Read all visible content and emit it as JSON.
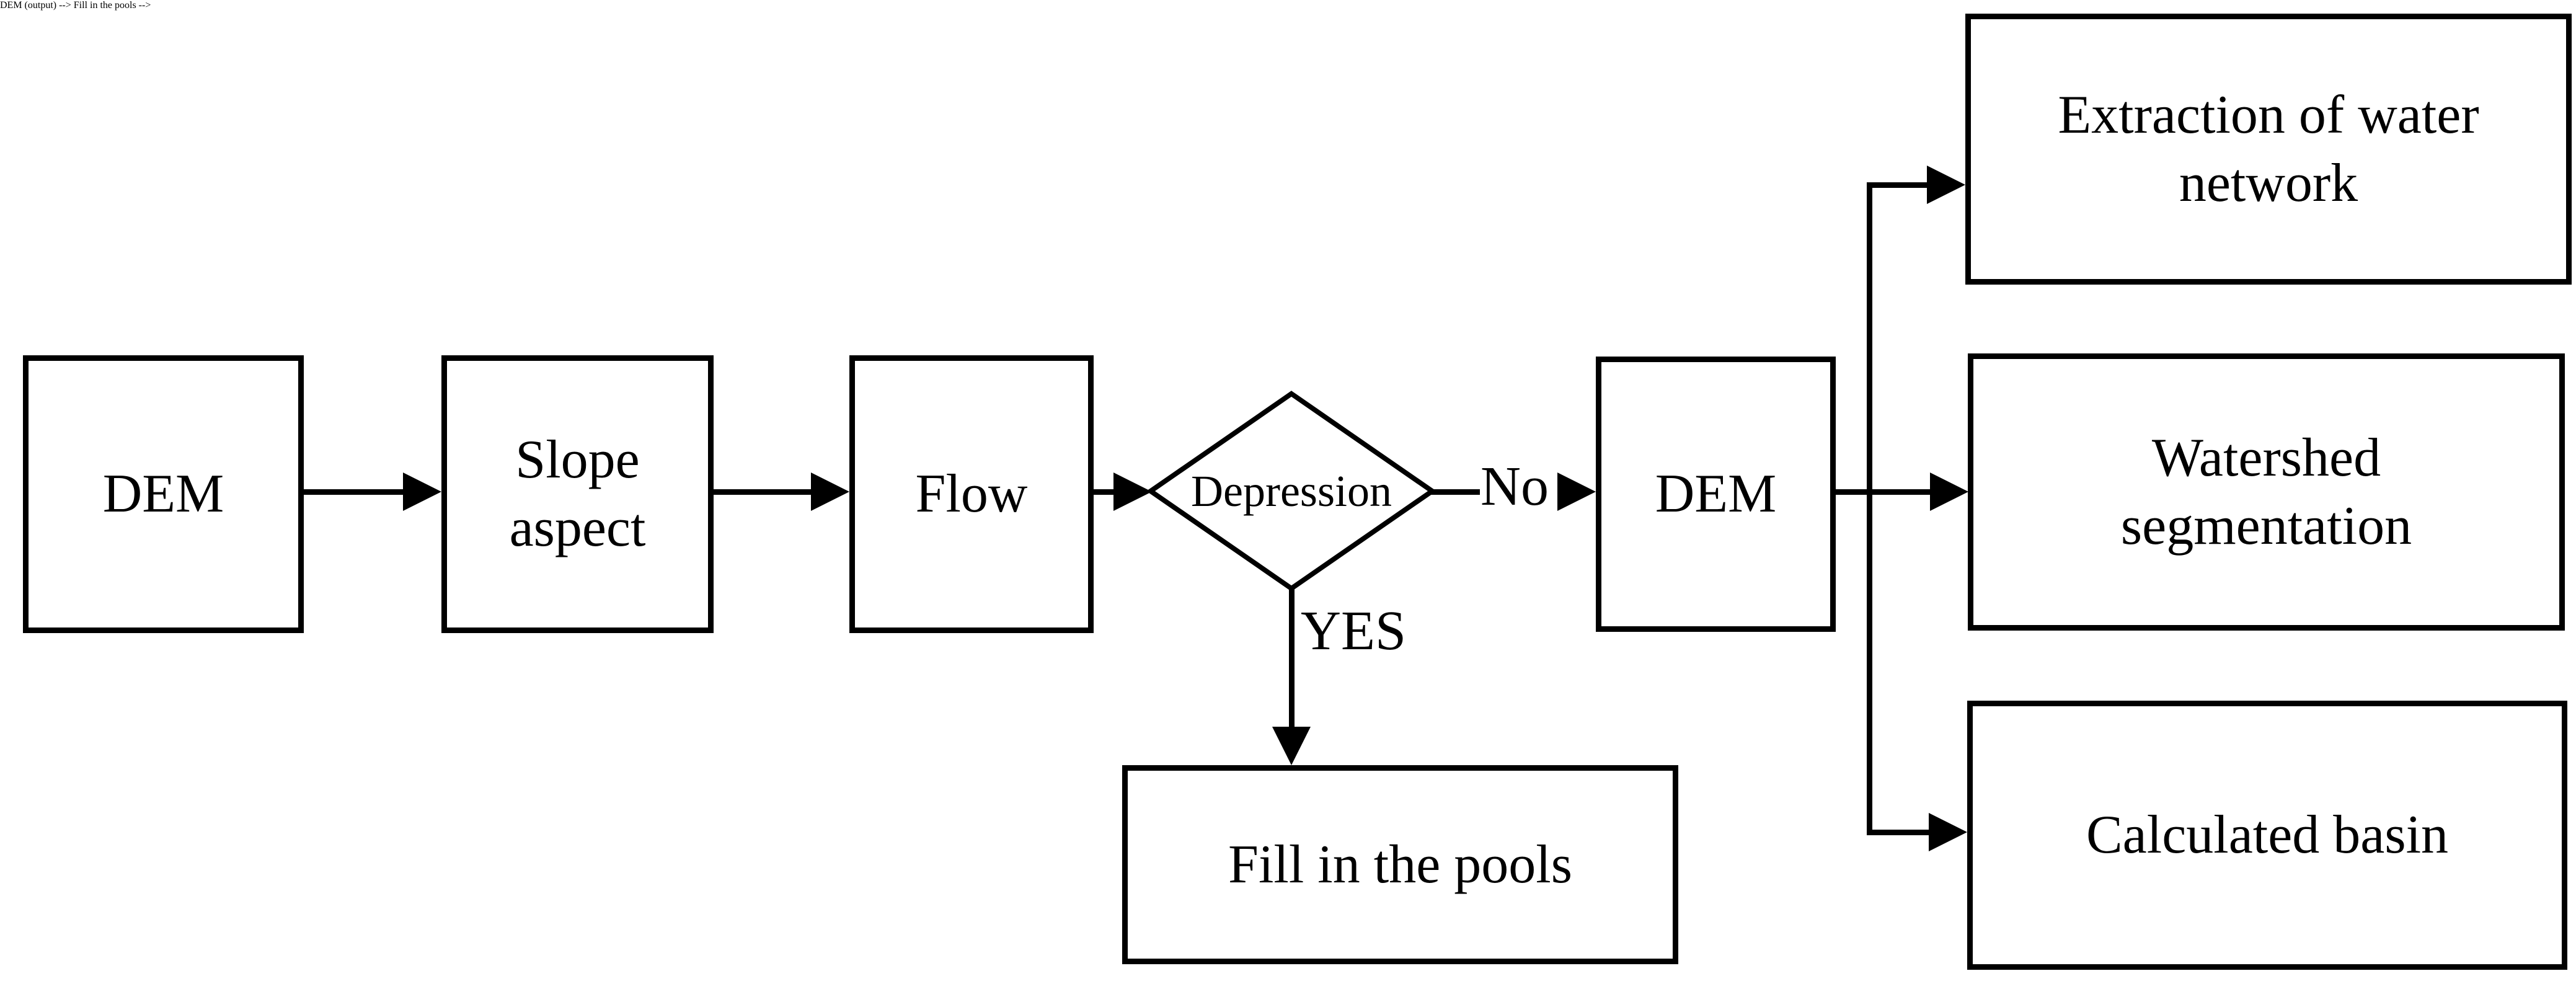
{
  "canvas": {
    "background_color": "#ffffff",
    "line_color": "#000000"
  },
  "nodes": {
    "dem_input": {
      "label": "DEM"
    },
    "slope_aspect": {
      "line1": "Slope",
      "line2": "aspect"
    },
    "flow": {
      "label": "Flow"
    },
    "depression": {
      "label": "Depression"
    },
    "dem_output": {
      "label": "DEM"
    },
    "fill_pools": {
      "label": "Fill in the pools"
    },
    "extraction": {
      "line1": "Extraction of water",
      "line2": "network"
    },
    "watershed": {
      "line1": "Watershed",
      "line2": "segmentation"
    },
    "calculated_basin": {
      "label": "Calculated basin"
    }
  },
  "edge_labels": {
    "no": "No",
    "yes": "YES"
  }
}
